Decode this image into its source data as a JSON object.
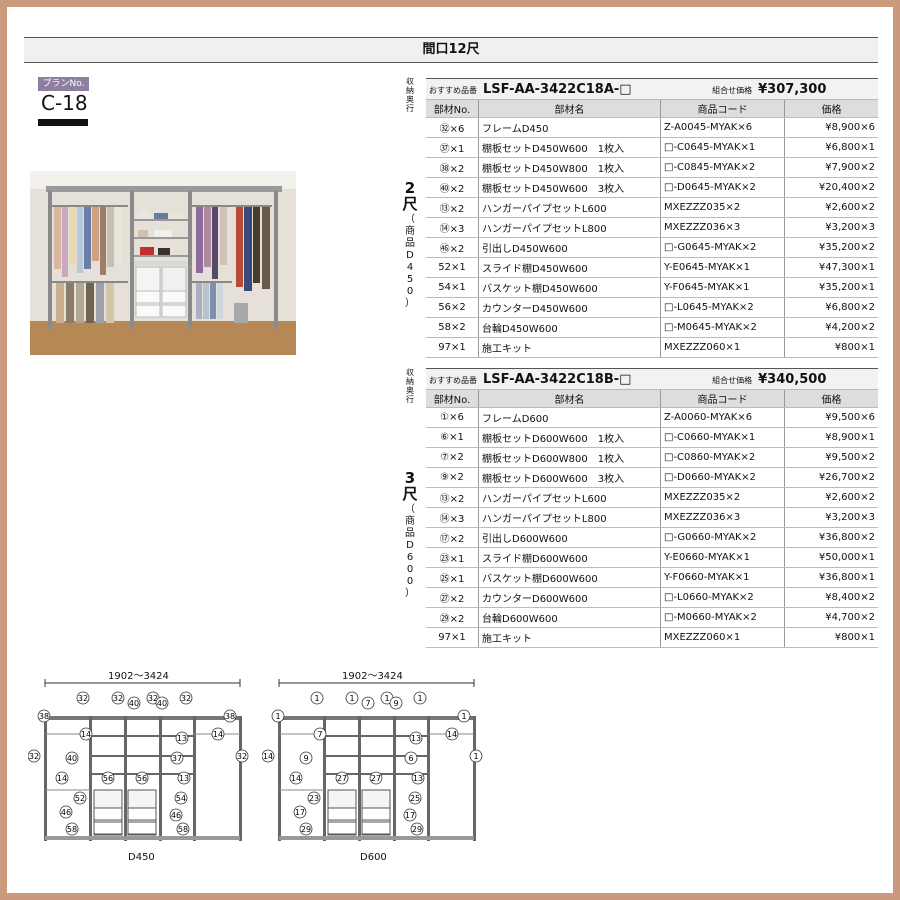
{
  "title": "間口12尺",
  "plan": {
    "badge": "プランNo.",
    "code": "C-18"
  },
  "recommend_label": "おすすめ品番",
  "combo_label": "組合せ価格",
  "storage_depth_label": [
    "収",
    "納",
    "奥",
    "行"
  ],
  "headers": {
    "part_no": "部材No.",
    "part_name": "部材名",
    "code": "商品コード",
    "price": "価格"
  },
  "table_a": {
    "side_main": [
      "2",
      "尺"
    ],
    "side_sub": [
      "（",
      "商",
      "品",
      "D",
      "4",
      "5",
      "0",
      "）"
    ],
    "model": "LSF-AA-3422C18A-□",
    "total": "¥307,300",
    "rows": [
      {
        "no": "㉜×6",
        "name": "フレームD450",
        "code": "Z-A0045-MYAK×6",
        "price": "¥8,900×6"
      },
      {
        "no": "㊲×1",
        "name": "棚板セットD450W600　1枚入",
        "code": "□-C0645-MYAK×1",
        "price": "¥6,800×1"
      },
      {
        "no": "㊳×2",
        "name": "棚板セットD450W800　1枚入",
        "code": "□-C0845-MYAK×2",
        "price": "¥7,900×2"
      },
      {
        "no": "㊵×2",
        "name": "棚板セットD450W600　3枚入",
        "code": "□-D0645-MYAK×2",
        "price": "¥20,400×2"
      },
      {
        "no": "⑬×2",
        "name": "ハンガーパイプセットL600",
        "code": "MXEZZZ035×2",
        "price": "¥2,600×2"
      },
      {
        "no": "⑭×3",
        "name": "ハンガーパイプセットL800",
        "code": "MXEZZZ036×3",
        "price": "¥3,200×3"
      },
      {
        "no": "㊻×2",
        "name": "引出しD450W600",
        "code": "□-G0645-MYAK×2",
        "price": "¥35,200×2"
      },
      {
        "no": "52×1",
        "name": "スライド棚D450W600",
        "code": "Y-E0645-MYAK×1",
        "price": "¥47,300×1"
      },
      {
        "no": "54×1",
        "name": "バスケット棚D450W600",
        "code": "Y-F0645-MYAK×1",
        "price": "¥35,200×1"
      },
      {
        "no": "56×2",
        "name": "カウンターD450W600",
        "code": "□-L0645-MYAK×2",
        "price": "¥6,800×2"
      },
      {
        "no": "58×2",
        "name": "台輪D450W600",
        "code": "□-M0645-MYAK×2",
        "price": "¥4,200×2"
      },
      {
        "no": "97×1",
        "name": "施工キット",
        "code": "MXEZZZ060×1",
        "price": "¥800×1"
      }
    ]
  },
  "table_b": {
    "side_main": [
      "3",
      "尺"
    ],
    "side_sub": [
      "（",
      "商",
      "品",
      "D",
      "6",
      "0",
      "0",
      "）"
    ],
    "model": "LSF-AA-3422C18B-□",
    "total": "¥340,500",
    "rows": [
      {
        "no": "①×6",
        "name": "フレームD600",
        "code": "Z-A0060-MYAK×6",
        "price": "¥9,500×6"
      },
      {
        "no": "⑥×1",
        "name": "棚板セットD600W600　1枚入",
        "code": "□-C0660-MYAK×1",
        "price": "¥8,900×1"
      },
      {
        "no": "⑦×2",
        "name": "棚板セットD600W800　1枚入",
        "code": "□-C0860-MYAK×2",
        "price": "¥9,500×2"
      },
      {
        "no": "⑨×2",
        "name": "棚板セットD600W600　3枚入",
        "code": "□-D0660-MYAK×2",
        "price": "¥26,700×2"
      },
      {
        "no": "⑬×2",
        "name": "ハンガーパイプセットL600",
        "code": "MXEZZZ035×2",
        "price": "¥2,600×2"
      },
      {
        "no": "⑭×3",
        "name": "ハンガーパイプセットL800",
        "code": "MXEZZZ036×3",
        "price": "¥3,200×3"
      },
      {
        "no": "⑰×2",
        "name": "引出しD600W600",
        "code": "□-G0660-MYAK×2",
        "price": "¥36,800×2"
      },
      {
        "no": "㉓×1",
        "name": "スライド棚D600W600",
        "code": "Y-E0660-MYAK×1",
        "price": "¥50,000×1"
      },
      {
        "no": "㉕×1",
        "name": "バスケット棚D600W600",
        "code": "Y-F0660-MYAK×1",
        "price": "¥36,800×1"
      },
      {
        "no": "㉗×2",
        "name": "カウンターD600W600",
        "code": "□-L0660-MYAK×2",
        "price": "¥8,400×2"
      },
      {
        "no": "㉙×2",
        "name": "台輪D600W600",
        "code": "□-M0660-MYAK×2",
        "price": "¥4,700×2"
      },
      {
        "no": "97×1",
        "name": "施工キット",
        "code": "MXEZZZ060×1",
        "price": "¥800×1"
      }
    ]
  },
  "diagrams": [
    {
      "width_label": "1902～3424",
      "caption": "D450",
      "callouts": [
        "32",
        "32",
        "32",
        "32",
        "38",
        "38",
        "40",
        "40",
        "14",
        "14",
        "32",
        "32",
        "40",
        "37",
        "14",
        "56",
        "56",
        "13",
        "52",
        "54",
        "46",
        "46",
        "58",
        "58",
        "13"
      ]
    },
    {
      "width_label": "1902～3424",
      "caption": "D600",
      "callouts": [
        "1",
        "1",
        "1",
        "1",
        "1",
        "1",
        "7",
        "9",
        "7",
        "14",
        "14",
        "1",
        "9",
        "6",
        "14",
        "27",
        "27",
        "13",
        "23",
        "25",
        "17",
        "17",
        "29",
        "29",
        "13"
      ]
    }
  ]
}
